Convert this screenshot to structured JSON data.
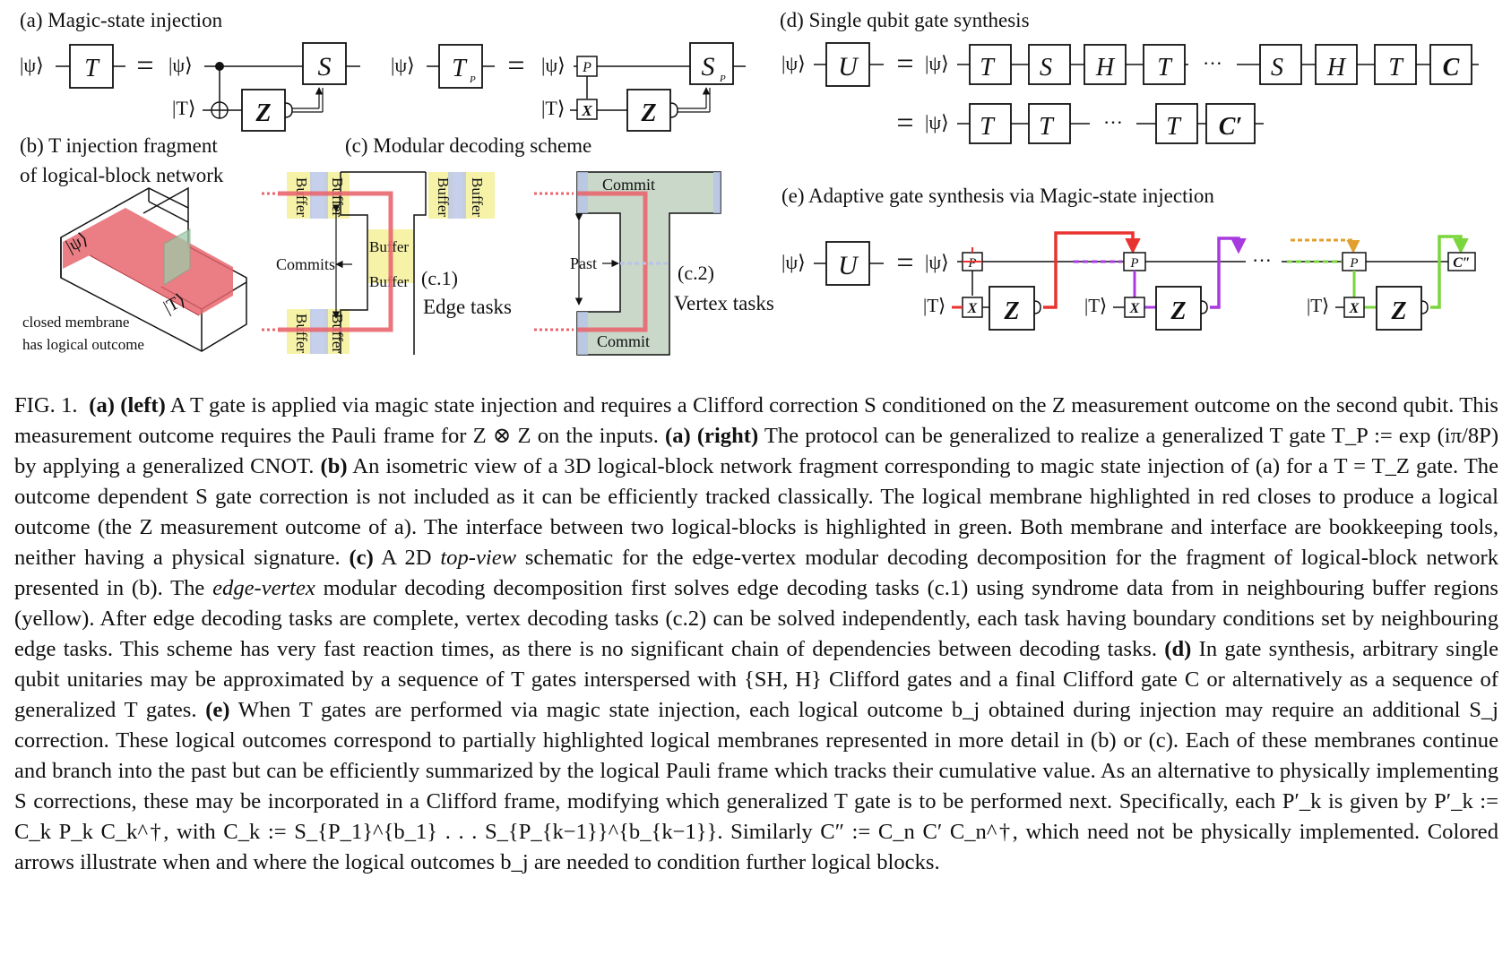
{
  "figure": {
    "panel_a_label": "(a) Magic-state injection",
    "panel_b_label_1": "(b) T injection fragment",
    "panel_b_label_2": "of logical-block network",
    "panel_b_note_1": "closed membrane",
    "panel_b_note_2": "has logical outcome",
    "panel_c_label": "(c) Modular decoding scheme",
    "panel_c1_label": "(c.1)",
    "panel_c1_desc": "Edge tasks",
    "panel_c2_label": "(c.2)",
    "panel_c2_desc": "Vertex tasks",
    "panel_d_label": "(d) Single qubit gate synthesis",
    "panel_e_label": "(e) Adaptive gate synthesis via Magic-state injection",
    "buffer": "Buffer",
    "commits": "Commits",
    "commit": "Commit",
    "past": "Past",
    "ket_psi": "|ψ⟩",
    "ket_t": "|T⟩",
    "gate_t": "T",
    "gate_s": "S",
    "gate_z": "Z",
    "gate_u": "U",
    "gate_h": "H",
    "gate_c": "C",
    "gate_cprime": "C′",
    "gate_cdoubleprime": "C″",
    "gate_x": "X",
    "gate_p": "P",
    "equals": "=",
    "ellipsis": "···",
    "colors": {
      "membrane_red": "#e8676f",
      "interface_green": "#9ec9a8",
      "buffer_yellow": "#f6f3a8",
      "commit_blue": "#b8c4e8",
      "vertex_fill": "#c9d8c9",
      "arrow_red": "#e8332f",
      "arrow_purple": "#a83be0",
      "arrow_orange": "#e0a030",
      "arrow_green": "#7ad63c"
    }
  },
  "caption": {
    "fig_label": "FIG. 1.",
    "a_left_label": "(a) (left)",
    "s1": " A T gate is applied via magic state injection and requires a Clifford correction S conditioned on the Z measurement outcome on the second qubit. This measurement outcome requires the Pauli frame for Z ⊗ Z on the inputs. ",
    "a_right_label": "(a) (right)",
    "s2": " The protocol can be generalized to realize a generalized T gate T_P := exp (iπ/8P) by applying a generalized CNOT. ",
    "b_label": "(b)",
    "s3": " An isometric view of a 3D logical-block network fragment corresponding to magic state injection of (a) for a T = T_Z gate. The outcome dependent S gate correction is not included as it can be efficiently tracked classically. The logical membrane highlighted in red closes to produce a logical outcome (the Z measurement outcome of a). The interface between two logical-blocks is highlighted in green. Both membrane and interface are bookkeeping tools, neither having a physical signature. ",
    "c_label": "(c)",
    "s4a": " A 2D ",
    "top_view": "top-view",
    "s4b": " schematic for the edge-vertex modular decoding decomposition for the fragment of logical-block network presented in (b). The ",
    "edge_vertex": "edge-vertex",
    "s4c": " modular decoding decomposition first solves edge decoding tasks (c.1) using syndrome data from in neighbouring buffer regions (yellow). After edge decoding tasks are complete, vertex decoding tasks (c.2) can be solved independently, each task having boundary conditions set by neighbouring edge tasks. This scheme has very fast reaction times, as there is no significant chain of dependencies between decoding tasks. ",
    "d_label": "(d)",
    "s5": " In gate synthesis, arbitrary single qubit unitaries may be approximated by a sequence of T gates interspersed with {SH, H} Clifford gates and a final Clifford gate C or alternatively as a sequence of generalized T gates. ",
    "e_label": "(e)",
    "s6": " When T gates are performed via magic state injection, each logical outcome b_j obtained during injection may require an additional S_j correction. These logical outcomes correspond to partially highlighted logical membranes represented in more detail in (b) or (c). Each of these membranes continue and branch into the past but can be efficiently summarized by the logical Pauli frame which tracks their cumulative value. As an alternative to physically implementing S corrections, these may be incorporated in a Clifford frame, modifying which generalized T gate is to be performed next. Specifically, each P′_k is given by P′_k := C_k P_k C_k^†, with C_k := S_{P_1}^{b_1} . . . S_{P_{k−1}}^{b_{k−1}}. Similarly C″ := C_n C′ C_n^†, which need not be physically implemented. Colored arrows illustrate when and where the logical outcomes b_j are needed to condition further logical blocks."
  }
}
